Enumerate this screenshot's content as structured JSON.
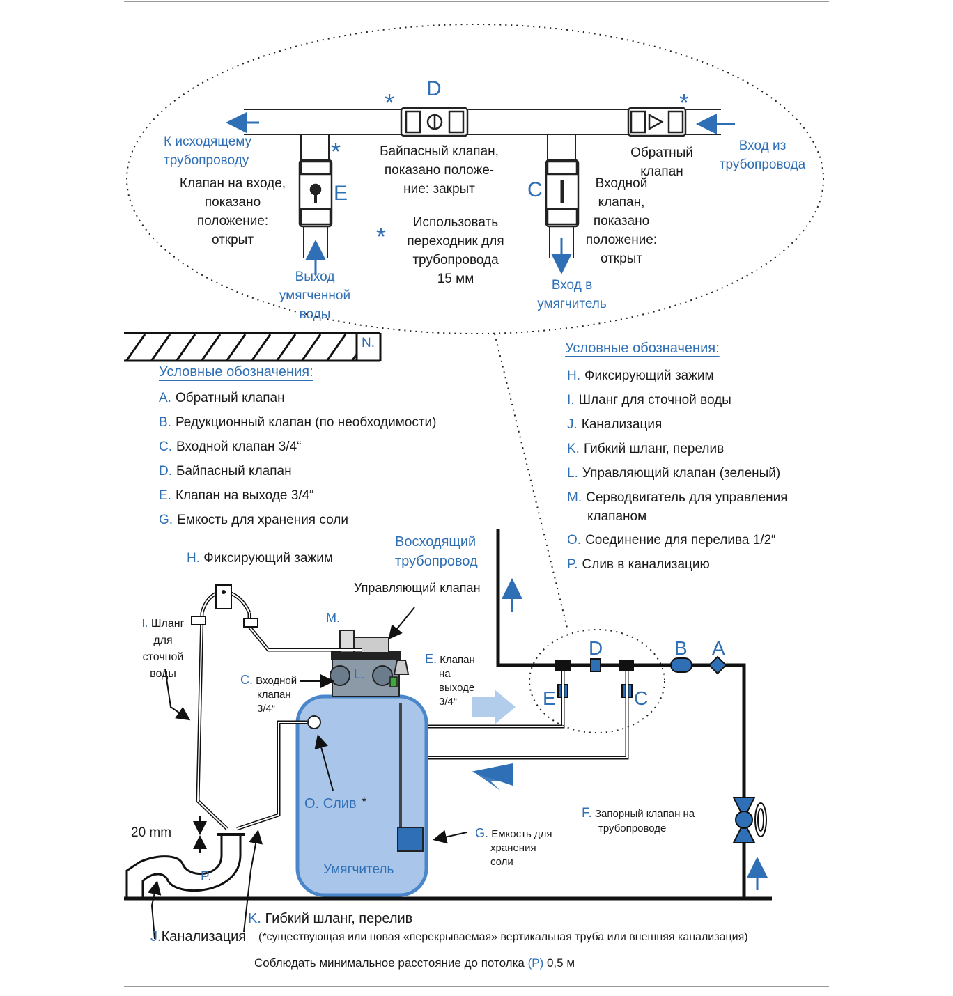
{
  "detail": {
    "label_d": "D",
    "label_e": "E",
    "label_c": "C",
    "to_outgoing": [
      "К исходящему",
      "трубопроводу"
    ],
    "inlet_from_pipe": [
      "Вход из",
      "трубопровода"
    ],
    "bypass_valve": [
      "Байпасный клапан,",
      "показано положе-",
      "ние: закрыт"
    ],
    "check_valve": [
      "Обратный",
      "клапан"
    ],
    "inlet_valve_open": [
      "Входной",
      "клапан,",
      "показано",
      "положение:",
      "открыт"
    ],
    "outlet_valve_open": [
      "Клапан на входе,",
      "показано",
      "положение:",
      "открыт"
    ],
    "adapter_note": [
      "Использовать",
      "переходник для",
      "трубопровода",
      "15 мм"
    ],
    "soft_water_out": [
      "Выход",
      "умягченной",
      "воды"
    ],
    "inlet_to_softener": [
      "Вход в",
      "умягчитель"
    ]
  },
  "ceiling_label": "N.",
  "legend_left": {
    "title": "Условные обозначения:",
    "items": [
      {
        "key": "A.",
        "text": "Обратный клапан"
      },
      {
        "key": "B.",
        "text": "Редукционный клапан (по необходимости)"
      },
      {
        "key": "C.",
        "text": "Входной клапан 3/4“"
      },
      {
        "key": "D.",
        "text": "Байпасный клапан"
      },
      {
        "key": "E.",
        "text": "Клапан на выходе 3/4“"
      },
      {
        "key": "G.",
        "text": "Емкость для хранения соли"
      }
    ]
  },
  "legend_right": {
    "title": "Условные обозначения:",
    "items": [
      {
        "key": "H.",
        "text": "Фиксирующий зажим"
      },
      {
        "key": "I.",
        "text": "Шланг для сточной воды"
      },
      {
        "key": "J.",
        "text": "Канализация"
      },
      {
        "key": "K.",
        "text": "Гибкий шланг, перелив"
      },
      {
        "key": "L.",
        "text": "Управляющий клапан (зеленый)"
      },
      {
        "key": "M.",
        "text": "Серводвигатель для  управления"
      },
      {
        "key": "",
        "text": "клапаном"
      },
      {
        "key": "O.",
        "text": "Соединение для перелива 1/2“"
      },
      {
        "key": "P.",
        "text": "Слив в канализацию"
      }
    ]
  },
  "main": {
    "rising_pipe": [
      "Восходящий",
      "трубопровод"
    ],
    "clamp_key": "H.",
    "clamp_text": "Фиксирующий зажим",
    "control_valve": "Управляющий клапан",
    "label_m": "M.",
    "label_l": "L.",
    "hose_key": "I.",
    "hose_text": [
      "Шланг",
      "для",
      "сточной",
      "воды"
    ],
    "inlet_key": "C.",
    "inlet_text": [
      "Входной",
      "клапан",
      "3/4“"
    ],
    "outlet_key": "E.",
    "outlet_text": [
      "Клапан",
      "на",
      "выходе",
      "3/4“"
    ],
    "drain_key": "O.",
    "drain_text": "Слив",
    "drain_star": "*",
    "softener": "Умягчитель",
    "salt_key": "G.",
    "salt_text": [
      "Емкость для",
      "хранения",
      "соли"
    ],
    "shutoff_key": "F.",
    "shutoff_text": [
      "Запорный клапан на",
      "трубопроводе"
    ],
    "label_a": "A",
    "label_b": "B",
    "label_d": "D",
    "label_e": "E",
    "label_c": "C",
    "gap": "20 mm",
    "label_p": "P.",
    "flex_key": "K.",
    "flex_text": "Гибкий шланг, перелив",
    "sewer_key": "J.",
    "sewer_text": "Канализация",
    "footnote": "(*существующая или новая «перекрываемая» вертикальная труба или  внешняя канализация)",
    "min_distance_pre": "Соблюдать минимальное расстояние до потолка ",
    "min_distance_key": "(P)",
    "min_distance_post": " 0,5 м"
  },
  "colors": {
    "accent": "#2f6fb5",
    "tank": "#a9c6ea",
    "tank_border": "#4a86c9"
  }
}
